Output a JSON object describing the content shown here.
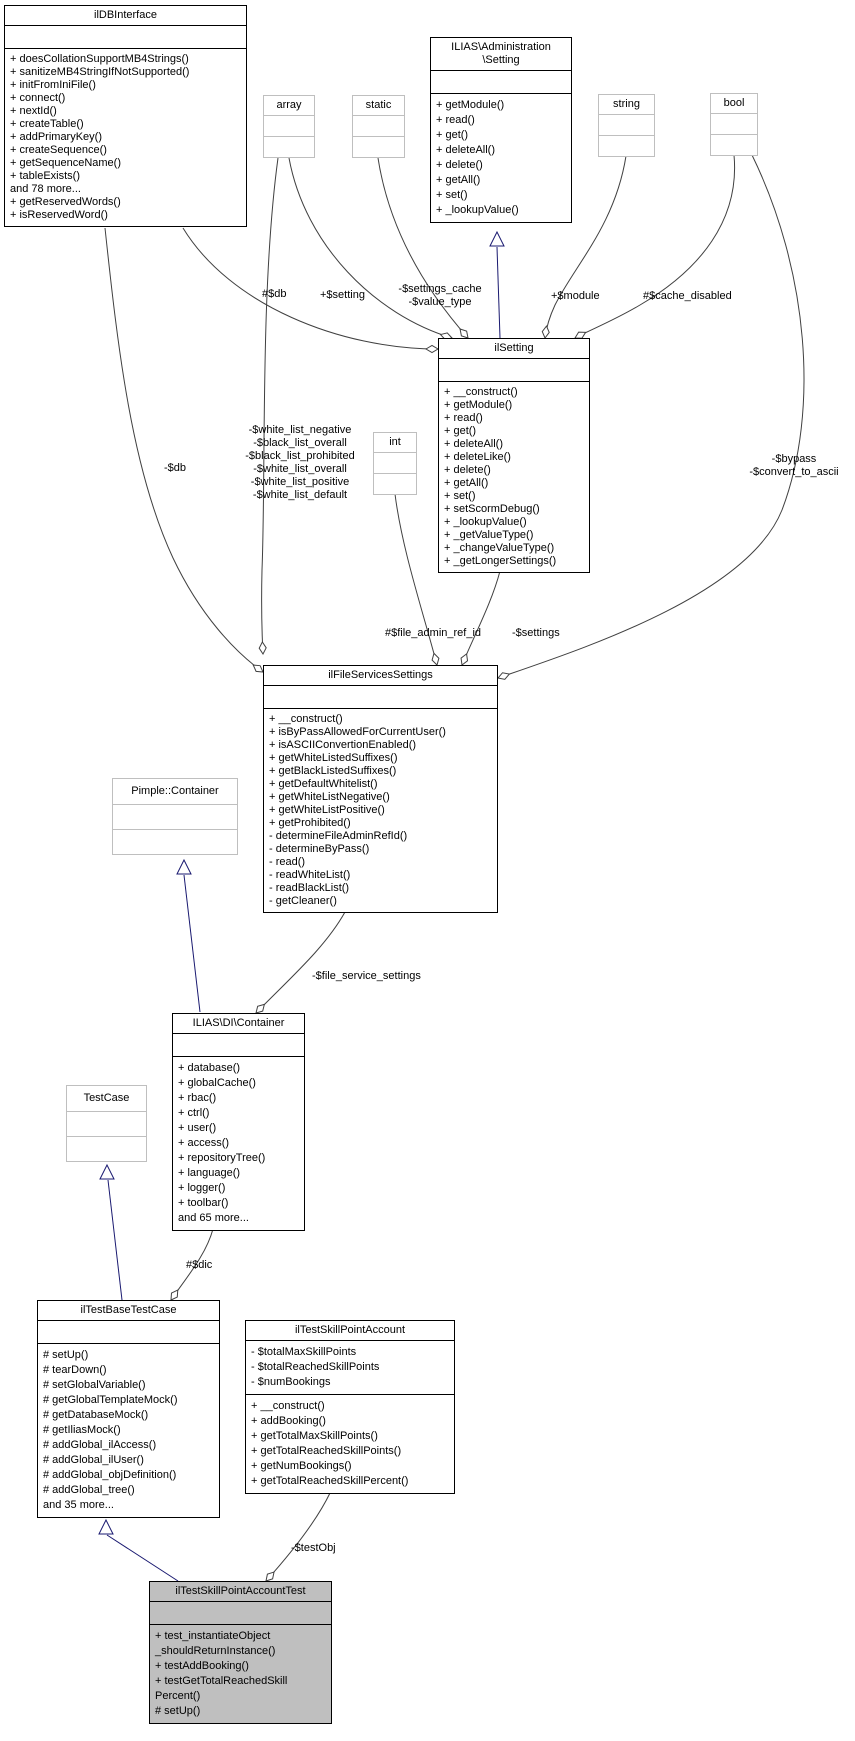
{
  "classes": {
    "ildbinterface": {
      "title": "ilDBInterface",
      "methods": [
        "+ doesCollationSupportMB4Strings()",
        "+ sanitizeMB4StringIfNotSupported()",
        "+ initFromIniFile()",
        "+ connect()",
        "+ nextId()",
        "+ createTable()",
        "+ addPrimaryKey()",
        "+ createSequence()",
        "+ getSequenceName()",
        "+ tableExists()",
        "and 78 more...",
        "+ getReservedWords()",
        "+ isReservedWord()"
      ]
    },
    "admin_setting": {
      "title_line1": "ILIAS\\Administration",
      "title_line2": "\\Setting",
      "methods": [
        "+ getModule()",
        "+ read()",
        "+ get()",
        "+ deleteAll()",
        "+ delete()",
        "+ getAll()",
        "+ set()",
        "+ _lookupValue()"
      ]
    },
    "array_type": {
      "title": "array"
    },
    "static_type": {
      "title": "static"
    },
    "string_type": {
      "title": "string"
    },
    "bool_type": {
      "title": "bool"
    },
    "int_type": {
      "title": "int"
    },
    "ilsetting": {
      "title": "ilSetting",
      "methods": [
        "+ __construct()",
        "+ getModule()",
        "+ read()",
        "+ get()",
        "+ deleteAll()",
        "+ deleteLike()",
        "+ delete()",
        "+ getAll()",
        "+ set()",
        "+ setScormDebug()",
        "+ _lookupValue()",
        "+ _getValueType()",
        "+ _changeValueType()",
        "+ _getLongerSettings()"
      ]
    },
    "ilfileservicessettings": {
      "title": "ilFileServicesSettings",
      "methods": [
        "+ __construct()",
        "+ isByPassAllowedForCurrentUser()",
        "+ isASCIIConvertionEnabled()",
        "+ getWhiteListedSuffixes()",
        "+ getBlackListedSuffixes()",
        "+ getDefaultWhitelist()",
        "+ getWhiteListNegative()",
        "+ getWhiteListPositive()",
        "+ getProhibited()",
        "- determineFileAdminRefId()",
        "- determineByPass()",
        "- read()",
        "- readWhiteList()",
        "- readBlackList()",
        "- getCleaner()"
      ]
    },
    "pimple_container": {
      "title": "Pimple::Container"
    },
    "di_container": {
      "title": "ILIAS\\DI\\Container",
      "methods": [
        "+ database()",
        "+ globalCache()",
        "+ rbac()",
        "+ ctrl()",
        "+ user()",
        "+ access()",
        "+ repositoryTree()",
        "+ language()",
        "+ logger()",
        "+ toolbar()",
        "and 65 more..."
      ]
    },
    "testcase": {
      "title": "TestCase"
    },
    "iltestbasetestcase": {
      "title": "ilTestBaseTestCase",
      "methods": [
        "# setUp()",
        "# tearDown()",
        "# setGlobalVariable()",
        "# getGlobalTemplateMock()",
        "# getDatabaseMock()",
        "# getIliasMock()",
        "# addGlobal_ilAccess()",
        "# addGlobal_ilUser()",
        "# addGlobal_objDefinition()",
        "# addGlobal_tree()",
        "and 35 more..."
      ]
    },
    "iltestskillpointaccount": {
      "title": "ilTestSkillPointAccount",
      "attributes": [
        "- $totalMaxSkillPoints",
        "- $totalReachedSkillPoints",
        "- $numBookings"
      ],
      "methods": [
        "+ __construct()",
        "+ addBooking()",
        "+ getTotalMaxSkillPoints()",
        "+ getTotalReachedSkillPoints()",
        "+ getNumBookings()",
        "+ getTotalReachedSkillPercent()"
      ]
    },
    "iltestskillpointaccounttest": {
      "title": "ilTestSkillPointAccountTest",
      "methods": [
        "+ test_instantiateObject",
        "_shouldReturnInstance()",
        "+ testAddBooking()",
        "+ testGetTotalReachedSkill",
        "Percent()",
        "# setUp()"
      ]
    }
  },
  "edge_labels": {
    "db_protected": "#$db",
    "db_private": "-$db",
    "setting": "+$setting",
    "settings_cache": "-$settings_cache",
    "value_type": "-$value_type",
    "module": "+$module",
    "cache_disabled": "#$cache_disabled",
    "bypass": "-$bypass",
    "convert_to_ascii": "-$convert_to_ascii",
    "white_list": [
      "-$white_list_negative",
      "-$black_list_overall",
      "-$black_list_prohibited",
      "-$white_list_overall",
      "-$white_list_positive",
      "-$white_list_default"
    ],
    "file_admin_ref_id": "#$file_admin_ref_id",
    "settings": "-$settings",
    "file_service_settings": "-$file_service_settings",
    "dic": "#$dic",
    "testobj": "-$testObj"
  },
  "colors": {
    "inheritance_edge": "#191970",
    "usage_edge": "#404040",
    "node_border": "#000000",
    "type_node_border": "#bfbfbf",
    "highlight_fill": "#bfbfbf",
    "background": "#ffffff"
  }
}
